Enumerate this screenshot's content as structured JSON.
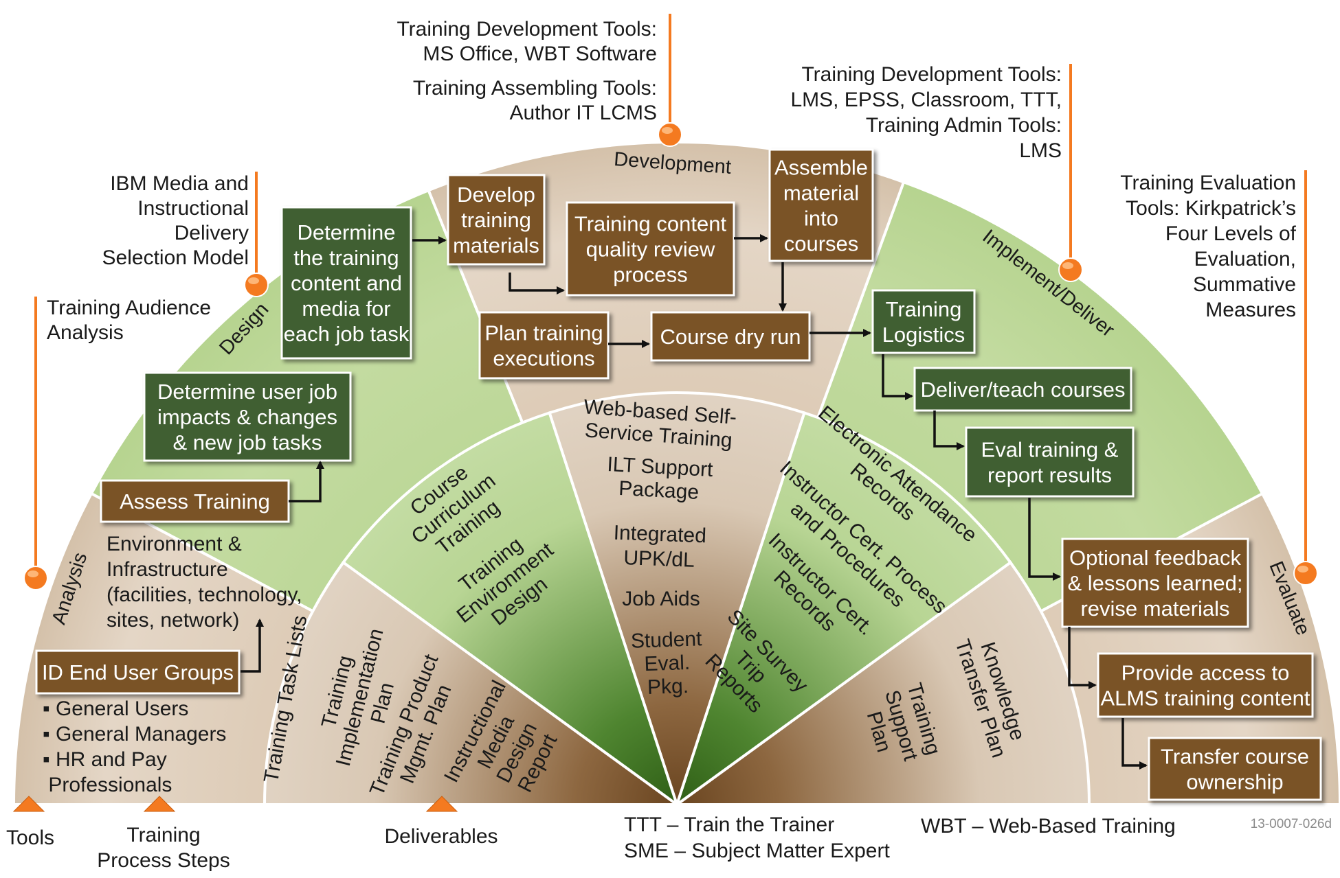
{
  "phases": {
    "analysis": "Analysis",
    "design": "Design",
    "development": "Development",
    "implement": "Implement/Deliver",
    "evaluate": "Evaluate"
  },
  "tools": {
    "audience": [
      "Training Audience",
      "Analysis"
    ],
    "ibm": [
      "IBM Media and",
      "Instructional",
      "Delivery",
      "Selection Model"
    ],
    "dev": [
      "Training Development Tools:",
      "MS Office, WBT Software"
    ],
    "assemble": [
      "Training Assembling Tools:",
      "Author IT LCMS"
    ],
    "deliver": [
      "Training Development Tools:",
      "LMS, EPSS, Classroom, TTT,",
      "Training Admin Tools:",
      "LMS"
    ],
    "evaluation": [
      "Training Evaluation",
      "Tools: Kirkpatrick’s",
      "Four Levels of",
      "Evaluation,",
      "Summative",
      "Measures"
    ]
  },
  "steps": {
    "determine_content": [
      "Determine",
      "the training",
      "content and",
      "media for",
      "each job task"
    ],
    "determine_impacts": [
      "Determine user job",
      "impacts & changes",
      "& new job tasks"
    ],
    "assess": [
      "Assess Training"
    ],
    "id_groups": [
      "ID End User Groups"
    ],
    "develop": [
      "Develop",
      "training",
      "materials"
    ],
    "quality": [
      "Training content",
      "quality review",
      "process"
    ],
    "assemble": [
      "Assemble",
      "material",
      "into",
      "courses"
    ],
    "plan_exec": [
      "Plan training",
      "executions"
    ],
    "dry_run": [
      "Course dry run"
    ],
    "logistics": [
      "Training",
      "Logistics"
    ],
    "deliver": [
      "Deliver/teach courses"
    ],
    "eval_report": [
      "Eval training &",
      "report results"
    ],
    "feedback": [
      "Optional feedback",
      "& lessons learned;",
      "revise materials"
    ],
    "access": [
      "Provide access to",
      "ALMS training content"
    ],
    "transfer": [
      "Transfer course",
      "ownership"
    ]
  },
  "analysis_text": {
    "environment": [
      "Environment &",
      "Infrastructure",
      "(facilities, technology,",
      "sites, network)"
    ],
    "user_groups": [
      "▪ General Users",
      "▪ General Managers",
      "▪ HR and Pay",
      "   Professionals"
    ]
  },
  "deliverables": {
    "analysis": [
      "Training Task Lists",
      "Training\nImplementation\nPlan",
      "Training Product\nMgmt. Plan",
      "Instructional\nMedia\nDesign\nReport"
    ],
    "design": [
      "Course\nCurriculum\nTraining",
      "Training\nEnvironment\nDesign"
    ],
    "development": [
      "Web-based Self-",
      "Service Training",
      "ILT Support",
      "Package",
      "Integrated",
      "UPK/dL",
      "Job Aids",
      "Student",
      "Eval.",
      "Pkg."
    ],
    "implement": [
      "Electronic Attendance\nRecords",
      "Instructor Cert. Process\nand Procedures",
      "Instructor Cert.\nRecords",
      "Site Survey\nTrip\nReports"
    ],
    "evaluate": [
      "Knowledge\nTransfer Plan",
      "Training\nSupport\nPlan"
    ]
  },
  "legend": {
    "tools": "Tools",
    "process": [
      "Training",
      "Process Steps"
    ],
    "deliverables": "Deliverables",
    "ttt": "TTT – Train the Trainer",
    "sme": "SME – Subject Matter Expert",
    "wbt": "WBT – Web-Based Training",
    "code": "13-0007-026d"
  },
  "colors": {
    "green_box": "#3f5e31",
    "brown_box": "#7a5227",
    "orange": "#f47a20",
    "green_band": "#c3dba0",
    "tan_band": "#e2d5c6"
  }
}
